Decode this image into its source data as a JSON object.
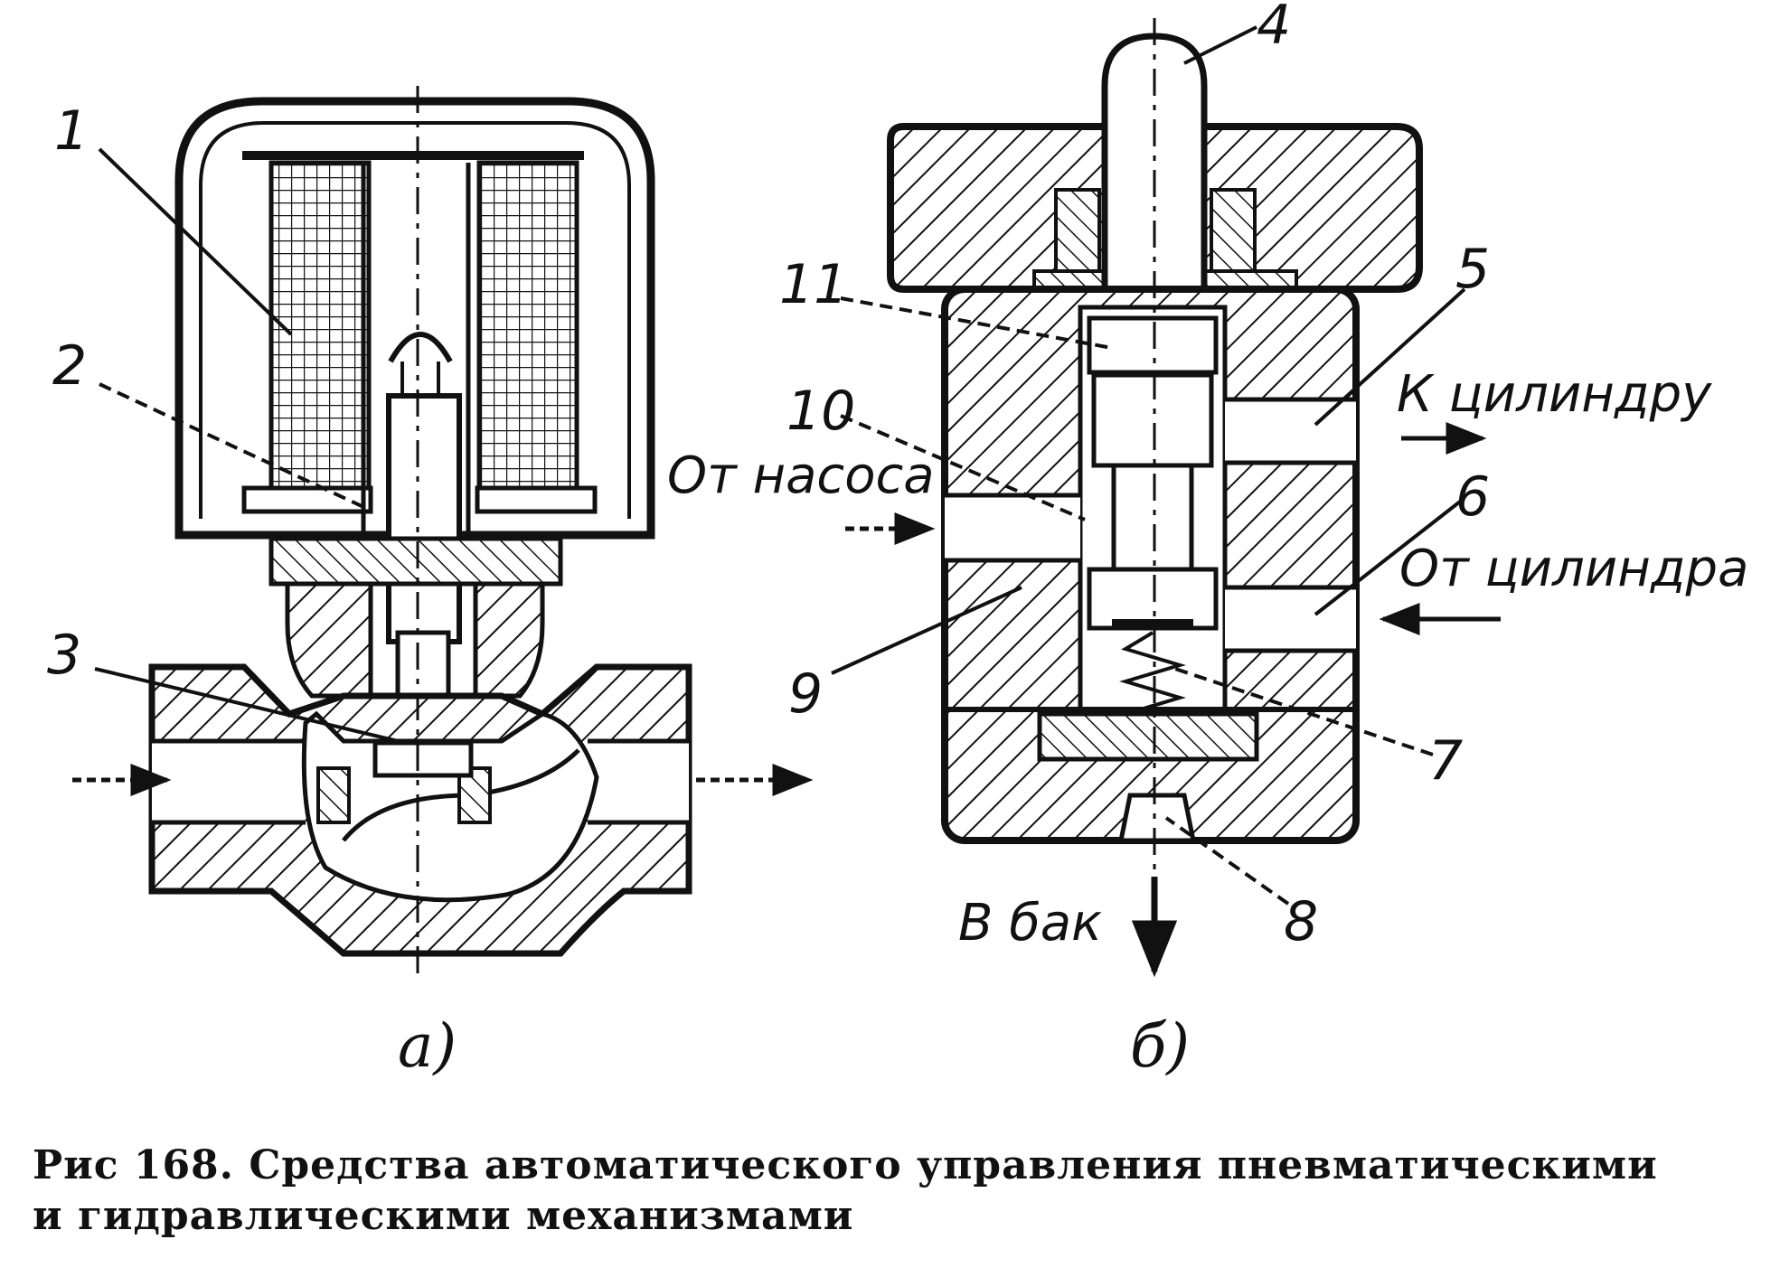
{
  "figure": {
    "left": {
      "sublabel": "а)",
      "callouts": [
        "1",
        "2",
        "3"
      ]
    },
    "right": {
      "sublabel": "б)",
      "callouts": [
        "4",
        "5",
        "6",
        "7",
        "8",
        "9",
        "10",
        "11"
      ],
      "port_labels": {
        "to_cylinder": "К цилиндру",
        "from_pump": "От насоса",
        "from_cylinder": "От цилиндра",
        "to_tank": "В бак"
      }
    }
  },
  "caption": {
    "line1": "Рис  168. Средства автоматического управления пневматическими",
    "line2": "и  гидравлическими  механизмами"
  }
}
